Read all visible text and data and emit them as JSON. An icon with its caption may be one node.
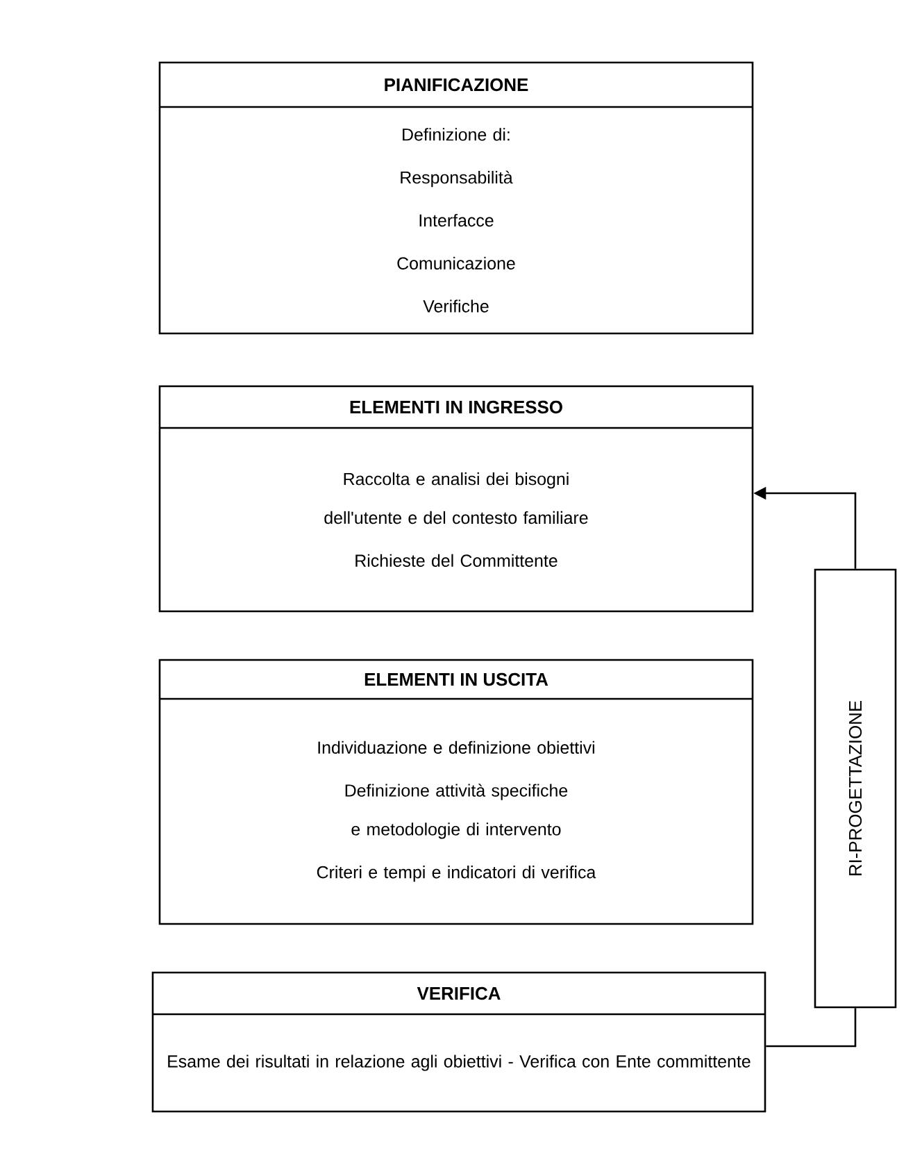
{
  "diagram": {
    "nodes": [
      {
        "text": [
          "PIANIFICAZIONE",
          "Definizione di:",
          "Responsabilità",
          "Interfacce",
          "Comunicazione",
          "Verifiche"
        ]
      },
      {
        "text": [
          "ELEMENTI IN INGRESSO",
          "Raccolta e analisi dei bisogni dell'utente e del contesto familiare",
          "Richieste del Committente"
        ]
      },
      {
        "text": [
          "ELEMENTI IN USCITA",
          "Individuazione e definizione obiettivi",
          "Definizione attività specifiche e metodologie di intervento",
          "Criteri e tempi e indicatori di verifica"
        ]
      },
      {
        "text": [
          "VERIFICA",
          "Esame dei risultati in relazione agli obiettivi - Verifica con Ente committente"
        ]
      },
      {
        "text": [
          "RI-PROGETTAZIONE"
        ]
      }
    ],
    "edges": [
      {
        "from": 3,
        "to": 4,
        "arrow": "none"
      },
      {
        "from": 4,
        "to": 1,
        "arrow": "to"
      }
    ]
  }
}
